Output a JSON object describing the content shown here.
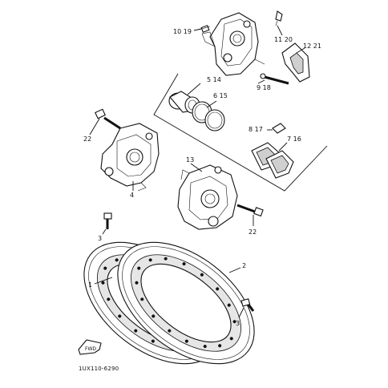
{
  "diagram": {
    "part_labels": {
      "l10_19": "10 19",
      "l11_20": "11 20",
      "l12_21": "12 21",
      "l5_14": "5 14",
      "l9_18": "9 18",
      "l6_15": "6 15",
      "l8_17": "8 17",
      "l7_16": "7 16",
      "l22a": "22",
      "l4": "4",
      "l13": "13",
      "l22b": "22",
      "l3a": "3",
      "l1": "1",
      "l2": "2",
      "l3b": "3"
    },
    "catalog_code": "1UX110-6290",
    "fwd_label": "FWD",
    "colors": {
      "ink": "#111111",
      "background": "#ffffff"
    }
  }
}
